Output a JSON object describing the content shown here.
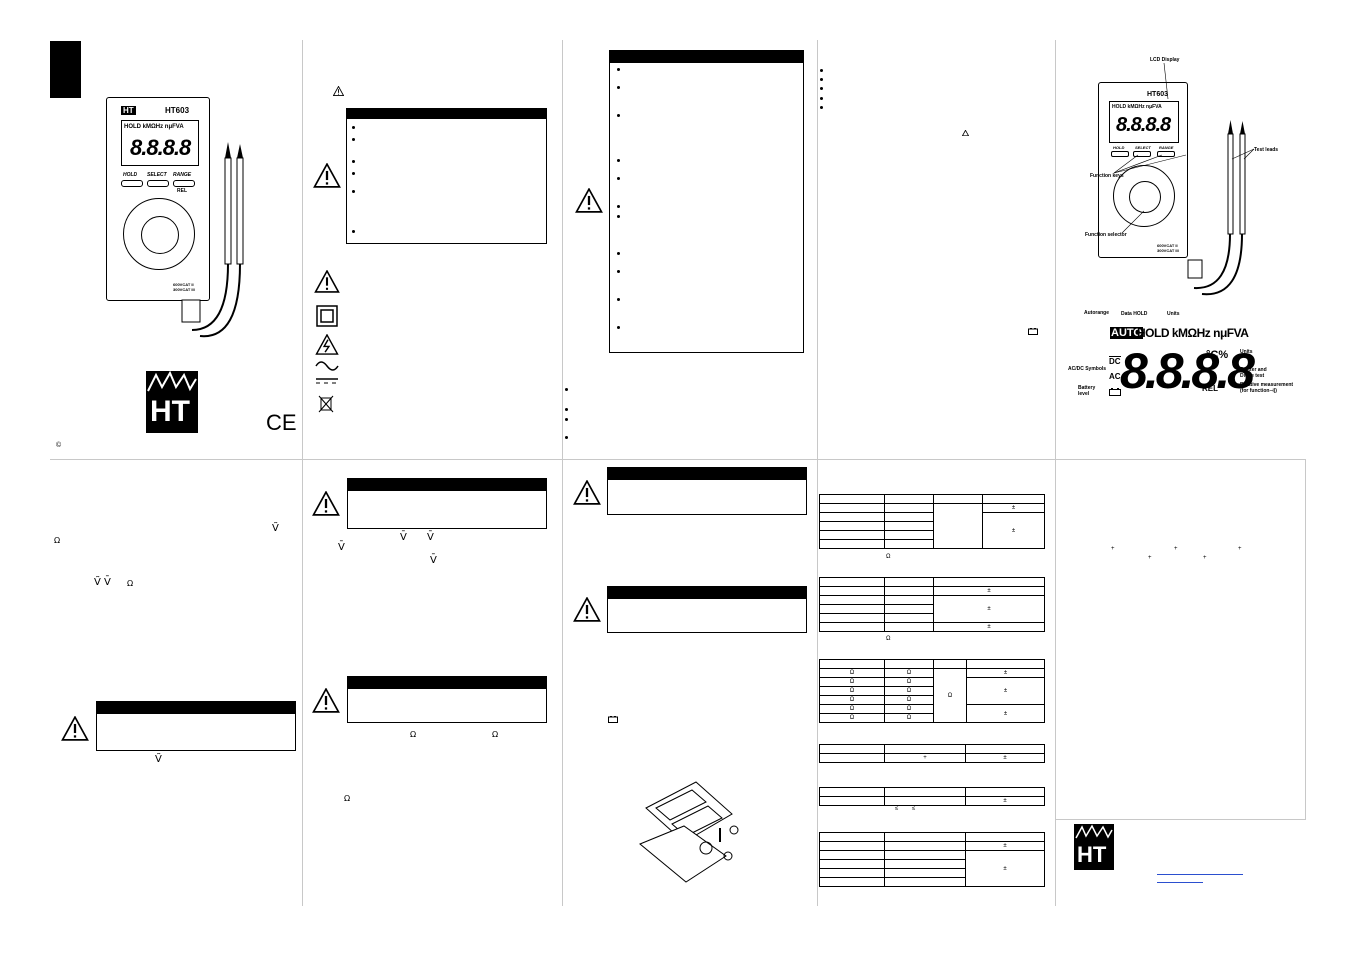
{
  "meter": {
    "model": "HT603",
    "brand": "HT",
    "display_digits": "8.8.8.8",
    "hold": "HOLD",
    "select": "SELECT",
    "range": "RANGE",
    "rel": "REL",
    "cat": "600VCAT II\n300VCAT III",
    "auto": "AUTO",
    "units": "HOLD kMΩHz nμFVA"
  },
  "callouts": {
    "lcd_display": "LCD Display",
    "test_leads": "Test leads",
    "function_keys": "Function keys",
    "function_selector": "Function selector",
    "autorange": "Autorange",
    "data_hold": "Data HOLD",
    "units_top": "Units",
    "units_right": "Units",
    "acdc": "AC/DC Symbols",
    "battery": "Battery level",
    "buzzer": "Buzzer and Diode test",
    "relative": "Relative measurement (for function⊣|)"
  },
  "lcd_big": {
    "auto": "AUTO",
    "units": "HOLD kMΩHz nμFVA",
    "digits": "8.8.8.8",
    "celsius": "°C%",
    "rel": "REL",
    "dc": "DC",
    "ac": "AC"
  },
  "copyright": "©",
  "ce": "CE",
  "symbols": {
    "ohm": "Ω",
    "plusminus": "±",
    "plus": "+",
    "le": "≤",
    "v_ac": "Ṽ",
    "v_dc": "V̄"
  }
}
